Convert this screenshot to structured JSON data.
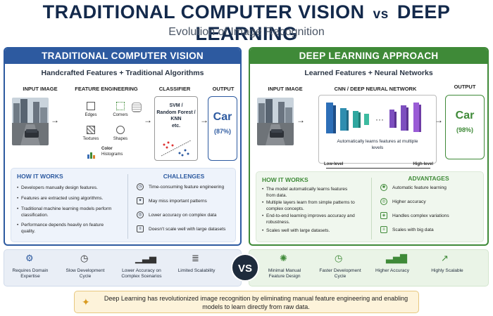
{
  "header": {
    "title_left": "TRADITIONAL COMPUTER VISION",
    "title_vs": "vs",
    "title_right": "DEEP LEARNING",
    "subtitle": "Evolution of Image Recognition"
  },
  "traditional": {
    "heading": "TRADITIONAL COMPUTER VISION",
    "tagline": "Handcrafted Features + Traditional Algorithms",
    "input_label": "INPUT IMAGE",
    "fe_label": "FEATURE ENGINEERING",
    "features": [
      "Edges",
      "Corners",
      "Textures",
      "Shapes",
      "Color",
      "Histograms"
    ],
    "classifier_label": "CLASSIFIER",
    "classifier_text": [
      "SVM /",
      "Random Forest /",
      "KNN",
      "etc."
    ],
    "output_label": "OUTPUT",
    "output_value": "Car",
    "output_pct": "(87%)",
    "how_heading": "HOW IT WORKS",
    "how": [
      "Developers manually design features.",
      "Features are extracted using algorithms.",
      "Traditional machine learning models perform classification.",
      "Performance depends heavily on feature quality."
    ],
    "chal_heading": "CHALLENGES",
    "challenges": [
      "Time-consuming feature engineering",
      "May miss important patterns",
      "Lower accuracy on complex data",
      "Doesn't scale well with large datasets"
    ],
    "bottom": [
      "Requires Domain Expertise",
      "Slow Development Cycle",
      "Lower Accuracy on Complex Scenarios",
      "Limited Scalability"
    ]
  },
  "deep": {
    "heading": "DEEP LEARNING APPROACH",
    "tagline": "Learned Features + Neural Networks",
    "input_label": "INPUT IMAGE",
    "cnn_label": "CNN / DEEP NEURAL NETWORK",
    "cnn_caption": "Automatically learns features at multiple levels",
    "low": "Low-level",
    "high": "High-level",
    "output_label": "OUTPUT",
    "output_value": "Car",
    "output_pct": "(98%)",
    "how_heading": "HOW IT WORKS",
    "how": [
      "The model automatically learns features from data.",
      "Multiple layers learn from simple patterns to complex concepts.",
      "End-to-end learning improves accuracy and robustness.",
      "Scales well with large datasets."
    ],
    "adv_heading": "ADVANTAGES",
    "advantages": [
      "Automatic feature learning",
      "Higher accuracy",
      "Handles complex variations",
      "Scales with big data"
    ],
    "bottom": [
      "Minimal Manual Feature Design",
      "Faster Development Cycle",
      "Higher Accuracy",
      "Highly Scalable"
    ]
  },
  "vs": "VS",
  "footer": "Deep Learning has revolutionized image recognition by eliminating manual feature engineering and enabling models to learn directly from raw data.",
  "colors": {
    "trad": "#2d5aa0",
    "deep": "#3f8a38",
    "footer_bg": "#fdf3da"
  }
}
